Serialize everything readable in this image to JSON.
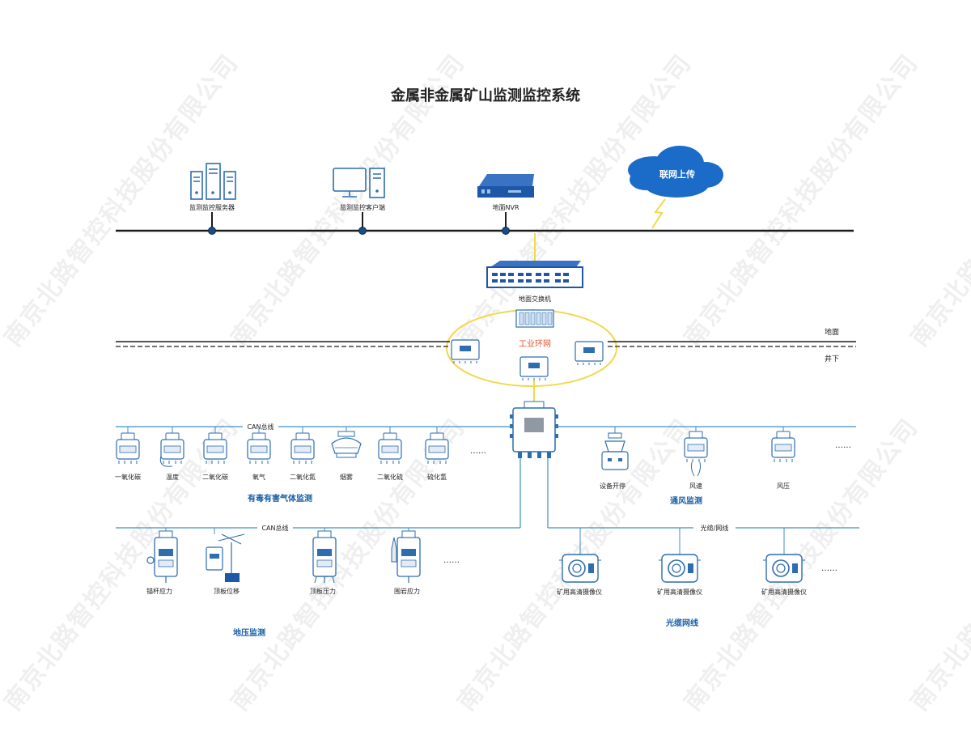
{
  "title": "金属非金属矿山监测监控系统",
  "watermark": "南京北路智控科技股份有限公司",
  "top_network": {
    "server_label": "监测监控服务器",
    "client_label": "监测监控客户端",
    "nvr_label": "地面NVR",
    "cloud_label": "联网上传"
  },
  "switch_label": "地面交换机",
  "ring_label": "工业环网",
  "ground_label": "地面",
  "underground_label": "井下",
  "gas_section": {
    "bus_label": "CAN总线",
    "items": [
      "一氧化碳",
      "温度",
      "二氧化碳",
      "氧气",
      "二氧化氮",
      "烟雾",
      "二氧化硫",
      "硫化氢"
    ],
    "ellipsis": "……",
    "title": "有毒有害气体监测"
  },
  "vent_section": {
    "items": [
      "设备开停",
      "风速",
      "风压"
    ],
    "ellipsis": "……",
    "title": "通风监测"
  },
  "pressure_section": {
    "bus_label": "CAN总线",
    "items": [
      "锚杆应力",
      "顶板位移",
      "顶板压力",
      "围岩应力"
    ],
    "ellipsis": "……",
    "title": "地压监测"
  },
  "camera_section": {
    "bus_label": "光缆/网线",
    "items": [
      "矿用高清摄像仪",
      "矿用高清摄像仪",
      "矿用高清摄像仪"
    ],
    "ellipsis": "……",
    "title": "光缆网线"
  },
  "colors": {
    "accent_blue": "#1a5fa8",
    "line_blue": "#3f8fc4",
    "ring_yellow": "#f2d84a",
    "ring_label": "#e8542a",
    "text": "#222222"
  }
}
